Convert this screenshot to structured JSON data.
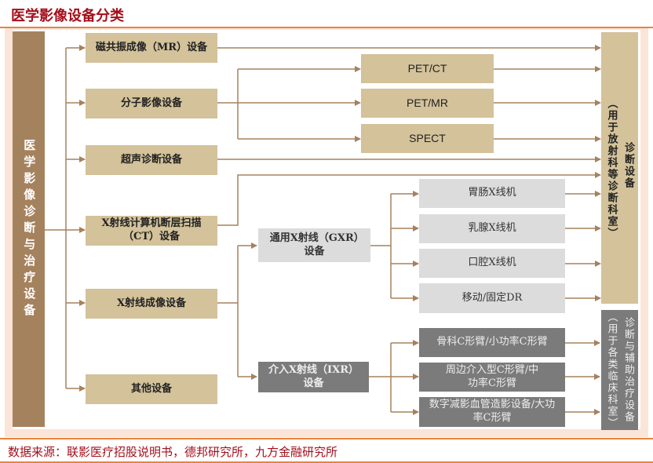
{
  "title": "医学影像设备分类",
  "source": "数据来源：联影医疗招股说明书，德邦研究所，九方金融研究所",
  "colors": {
    "accent": "#e8843c",
    "title": "#a30f1a",
    "tan": "#d3c29a",
    "root": "#a5825e",
    "light_gray": "#dcdcdc",
    "dark_gray": "#7b7b7b",
    "connector": "#a5825e"
  },
  "root": "医学影像诊断与治疗设备",
  "categories": [
    {
      "label": "磁共振成像（MR）设备"
    },
    {
      "label": "分子影像设备"
    },
    {
      "label": "超声诊断设备"
    },
    {
      "label": "X射线计算机断层扫描（CT）设备"
    },
    {
      "label": "X射线成像设备"
    },
    {
      "label": "其他设备"
    }
  ],
  "molecular": [
    "PET/CT",
    "PET/MR",
    "SPECT"
  ],
  "xray_sub": [
    {
      "label": "通用X射线（GXR）设备"
    },
    {
      "label": "介入X射线（IXR）设备"
    }
  ],
  "gxr": [
    "胃肠X线机",
    "乳腺X线机",
    "口腔X线机",
    "移动/固定DR"
  ],
  "ixr": [
    "骨科C形臂/小功率C形臂",
    "周边介入型C形臂/中功率C形臂",
    "数字减影血管造影设备/大功率C形臂"
  ],
  "targets": {
    "diagnostic": {
      "main": "诊断设备",
      "note": "（用于放射科等诊断科室）"
    },
    "treatment": {
      "main": "诊断与辅助治疗设备",
      "note": "（用于各类临床科室）"
    }
  }
}
